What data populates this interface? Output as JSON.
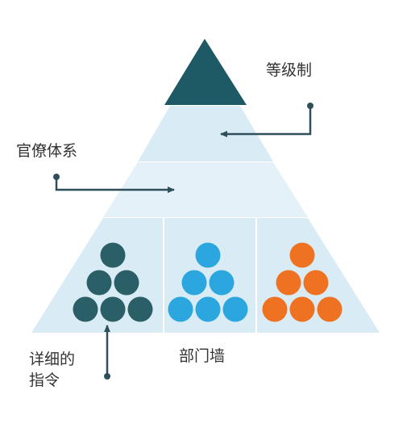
{
  "labels": {
    "hierarchy": "等级制",
    "bureaucracy": "官僚体系",
    "department_wall": "部门墙",
    "detailed_instructions_line1": "详细的",
    "detailed_instructions_line2": "指令"
  },
  "colors": {
    "apex": "#1e5a66",
    "tier_light": "#d9ecf5",
    "tier_lighter": "#e4f1f8",
    "divider": "#ffffff",
    "arrow": "#2f4f5a",
    "group_dark": "#2b5f68",
    "group_blue": "#2ba6df",
    "group_orange": "#ee7222"
  },
  "dot_groups": [
    {
      "name": "dark-teal",
      "color_key": "group_dark",
      "rows": [
        1,
        2,
        3
      ]
    },
    {
      "name": "blue",
      "color_key": "group_blue",
      "rows": [
        1,
        2,
        3
      ]
    },
    {
      "name": "orange",
      "color_key": "group_orange",
      "rows": [
        1,
        2,
        3
      ]
    }
  ]
}
